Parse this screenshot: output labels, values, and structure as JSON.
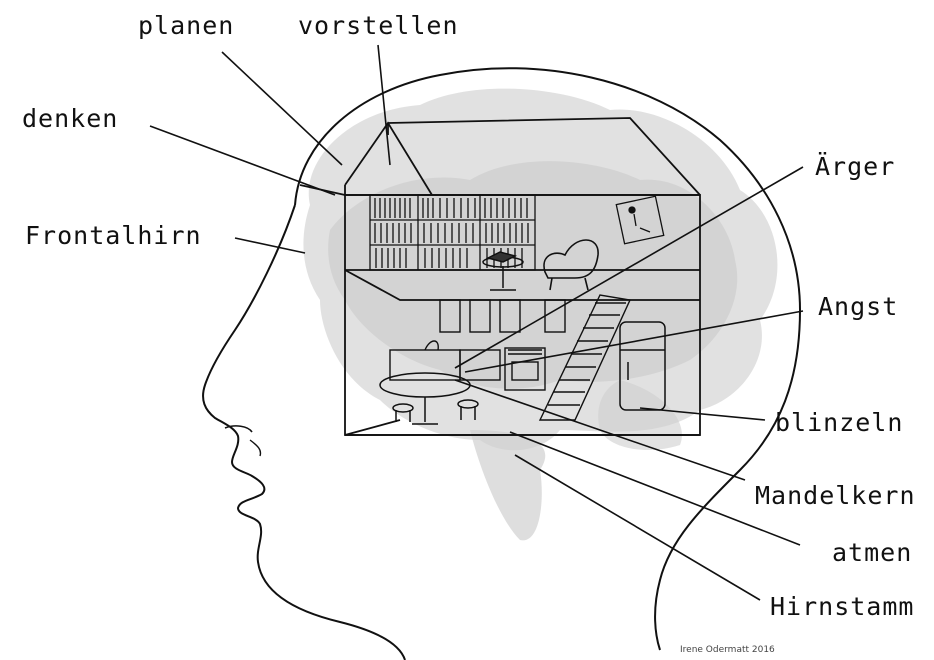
{
  "labels": {
    "planen": "planen",
    "vorstellen": "vorstellen",
    "denken": "denken",
    "frontalhirn": "Frontalhirn",
    "aerger": "Ärger",
    "angst": "Angst",
    "blinzeln": "blinzeln",
    "mandelkern": "Mandelkern",
    "atmen": "atmen",
    "hirnstamm": "Hirnstamm"
  },
  "credit": "Irene Odermatt 2016",
  "colors": {
    "ink": "#111111",
    "brain_fill": "#dcdcdc",
    "brain_shade": "#c4c4c4",
    "background": "#ffffff"
  }
}
